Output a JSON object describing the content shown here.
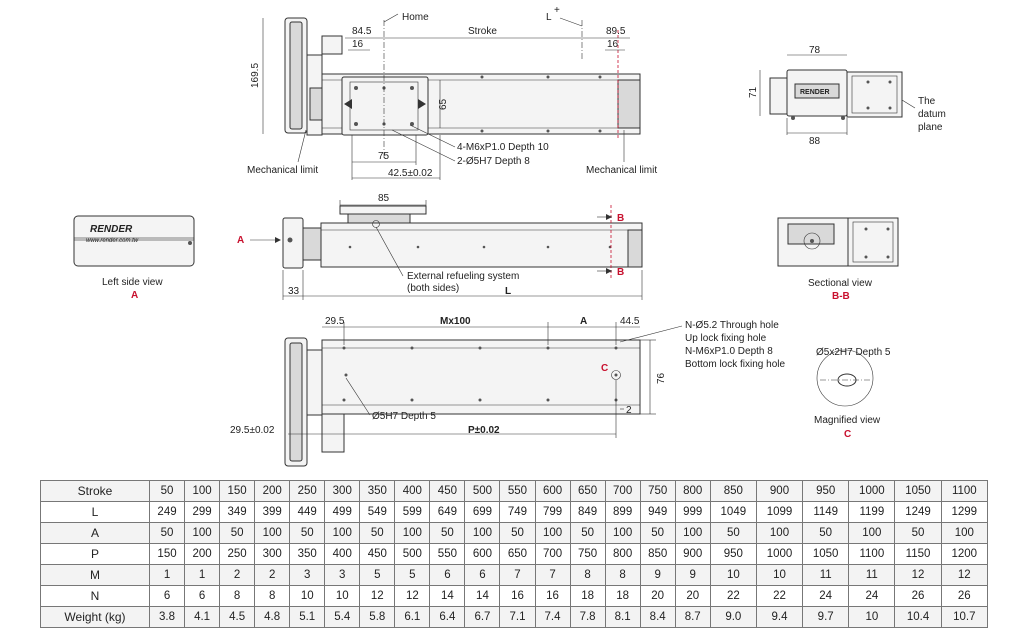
{
  "top_view": {
    "home": "Home",
    "stroke": "Stroke",
    "l_plus": "L",
    "plus": "+",
    "d84_5": "84.5",
    "d16a": "16",
    "d89_5": "89.5",
    "d16b": "16",
    "d169_5": "169.5",
    "d65": "65",
    "d75": "75",
    "d42_5": "42.5±0.02",
    "note1": "4-M6xP1.0 Depth 10",
    "note2": "2-Ø5H7 Depth 8",
    "mech_left": "Mechanical limit",
    "mech_right": "Mechanical limit"
  },
  "end_view": {
    "d78": "78",
    "d71": "71",
    "d88": "88",
    "datum": [
      "The",
      "datum",
      "plane"
    ],
    "logo": "RENDER"
  },
  "left_side_view": {
    "logo": "RENDER",
    "url": "www.render.com.tw",
    "caption": "Left side view",
    "letter": "A"
  },
  "front_view": {
    "d85": "85",
    "arrow_a": "A",
    "b_top": "B",
    "b_bottom": "B",
    "refuel1": "External refueling system",
    "refuel2": "(both sides)",
    "d33": "33",
    "L": "L"
  },
  "sectional_view": {
    "caption": "Sectional view",
    "letter": "B-B"
  },
  "bottom_view": {
    "d29_5": "29.5",
    "mx100": "Mx100",
    "A": "A",
    "d44_5": "44.5",
    "d76": "76",
    "d2": "2",
    "c_label": "C",
    "hole_note": "Ø5H7 Depth 5",
    "d29_5tol": "29.5±0.02",
    "p_tol": "P±0.02",
    "n1": "N-Ø5.2 Through hole",
    "n2": "Up lock fixing hole",
    "n3": "N-M6xP1.0 Depth 8",
    "n4": "Bottom lock fixing hole"
  },
  "magnified_view": {
    "note": "Ø5x2H7 Depth 5",
    "caption": "Magnified view",
    "letter": "C"
  },
  "spec_table": {
    "rows": [
      {
        "label": "Stroke",
        "values": [
          "50",
          "100",
          "150",
          "200",
          "250",
          "300",
          "350",
          "400",
          "450",
          "500",
          "550",
          "600",
          "650",
          "700",
          "750",
          "800",
          "850",
          "900",
          "950",
          "1000",
          "1050",
          "1100"
        ]
      },
      {
        "label": "L",
        "values": [
          "249",
          "299",
          "349",
          "399",
          "449",
          "499",
          "549",
          "599",
          "649",
          "699",
          "749",
          "799",
          "849",
          "899",
          "949",
          "999",
          "1049",
          "1099",
          "1149",
          "1199",
          "1249",
          "1299"
        ]
      },
      {
        "label": "A",
        "values": [
          "50",
          "100",
          "50",
          "100",
          "50",
          "100",
          "50",
          "100",
          "50",
          "100",
          "50",
          "100",
          "50",
          "100",
          "50",
          "100",
          "50",
          "100",
          "50",
          "100",
          "50",
          "100"
        ]
      },
      {
        "label": "P",
        "values": [
          "150",
          "200",
          "250",
          "300",
          "350",
          "400",
          "450",
          "500",
          "550",
          "600",
          "650",
          "700",
          "750",
          "800",
          "850",
          "900",
          "950",
          "1000",
          "1050",
          "1100",
          "1150",
          "1200"
        ]
      },
      {
        "label": "M",
        "values": [
          "1",
          "1",
          "2",
          "2",
          "3",
          "3",
          "5",
          "5",
          "6",
          "6",
          "7",
          "7",
          "8",
          "8",
          "9",
          "9",
          "10",
          "10",
          "11",
          "11",
          "12",
          "12"
        ]
      },
      {
        "label": "N",
        "values": [
          "6",
          "6",
          "8",
          "8",
          "10",
          "10",
          "12",
          "12",
          "14",
          "14",
          "16",
          "16",
          "18",
          "18",
          "20",
          "20",
          "22",
          "22",
          "24",
          "24",
          "26",
          "26"
        ]
      },
      {
        "label": "Weight (kg)",
        "values": [
          "3.8",
          "4.1",
          "4.5",
          "4.8",
          "5.1",
          "5.4",
          "5.8",
          "6.1",
          "6.4",
          "6.7",
          "7.1",
          "7.4",
          "7.8",
          "8.1",
          "8.4",
          "8.7",
          "9.0",
          "9.4",
          "9.7",
          "10",
          "10.4",
          "10.7"
        ]
      }
    ]
  }
}
